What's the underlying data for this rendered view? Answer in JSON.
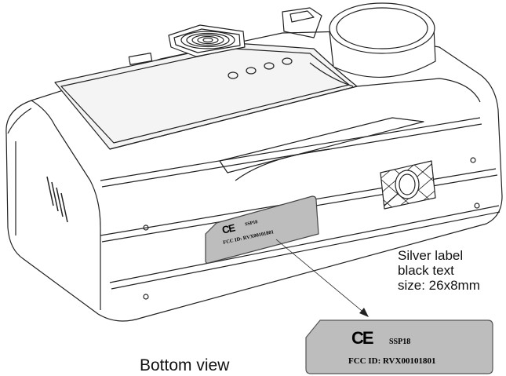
{
  "title": "Bottom view",
  "note": {
    "lines": [
      "Silver label",
      "black text",
      "size: 26x8mm"
    ]
  },
  "label": {
    "mark": "CE",
    "model": "SSP18",
    "fcc_id": "FCC ID: RVX00101801",
    "color": "#bdbdbd"
  }
}
